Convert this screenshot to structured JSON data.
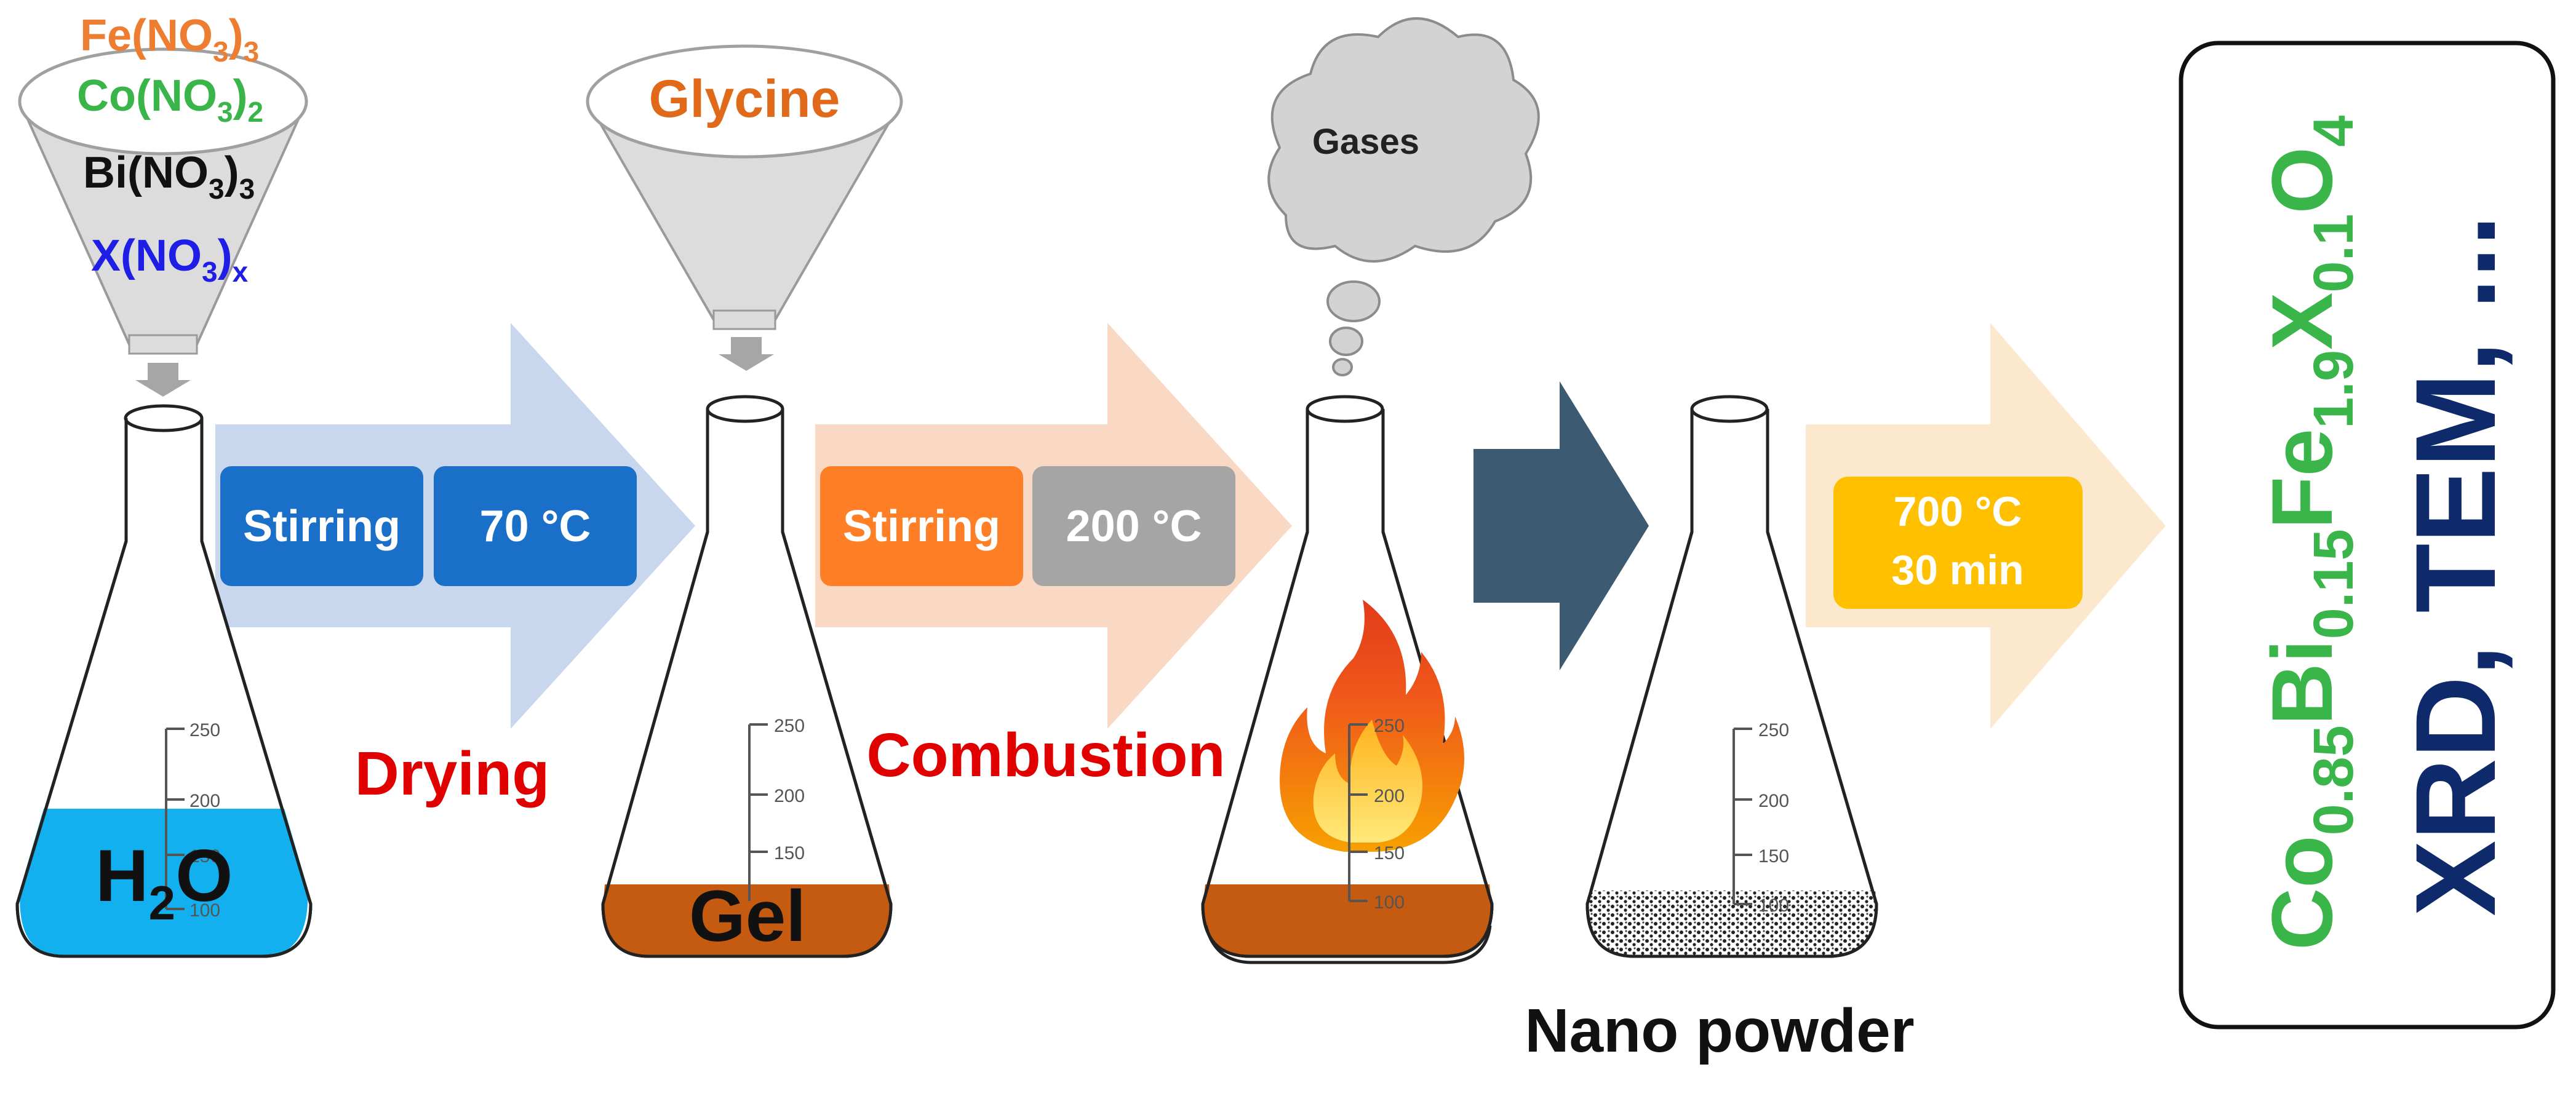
{
  "funnel1": {
    "fe": "Fe(NO",
    "fe_sub": "3",
    "fe_close": ")",
    "fe_sub2": "3",
    "co": "Co(NO",
    "co_sub": "3",
    "co_close": ")",
    "co_sub2": "2",
    "bi": "Bi(NO",
    "bi_sub": "3",
    "bi_close": ")",
    "bi_sub2": "3",
    "x": "X(NO",
    "x_sub": "3",
    "x_close": ")",
    "x_sub2": "x"
  },
  "funnel2": {
    "label": "Glycine"
  },
  "cloud": {
    "label": "Gases"
  },
  "flask1": {
    "label": "H",
    "label_sub": "2",
    "label_end": "O"
  },
  "flask2": {
    "label": "Gel"
  },
  "flask4": {
    "caption": "Nano powder"
  },
  "scale": [
    "250",
    "200",
    "150",
    "100"
  ],
  "step1": {
    "box1": "Stirring",
    "box2": "70 °C",
    "caption": "Drying"
  },
  "step2": {
    "box1": "Stirring",
    "box2": "200 °C",
    "caption": "Combustion"
  },
  "step4": {
    "line1": "700 °C",
    "line2": "30 min"
  },
  "result": {
    "formula": [
      {
        "t": "Co",
        "sub": false
      },
      {
        "t": "0.85",
        "sub": true
      },
      {
        "t": "Bi",
        "sub": false
      },
      {
        "t": "0.15",
        "sub": true
      },
      {
        "t": "Fe",
        "sub": false
      },
      {
        "t": "1.9",
        "sub": true
      },
      {
        "t": "X",
        "sub": false
      },
      {
        "t": "0.1",
        "sub": true
      },
      {
        "t": "O",
        "sub": false
      },
      {
        "t": "4",
        "sub": true
      }
    ],
    "methods": "XRD, TEM, ..."
  },
  "colors": {
    "orange": "#ED7D31",
    "green": "#3AB54A",
    "blue": "#1E1EE6",
    "red": "#E00000",
    "boxblue": "#1A6FC9",
    "boxorange": "#FF7F27",
    "boxgray": "#A5A5A5",
    "boxyellow": "#FFC000",
    "navy": "#0E2A6B",
    "water": "#12B0EE",
    "gel": "#C55A11"
  }
}
